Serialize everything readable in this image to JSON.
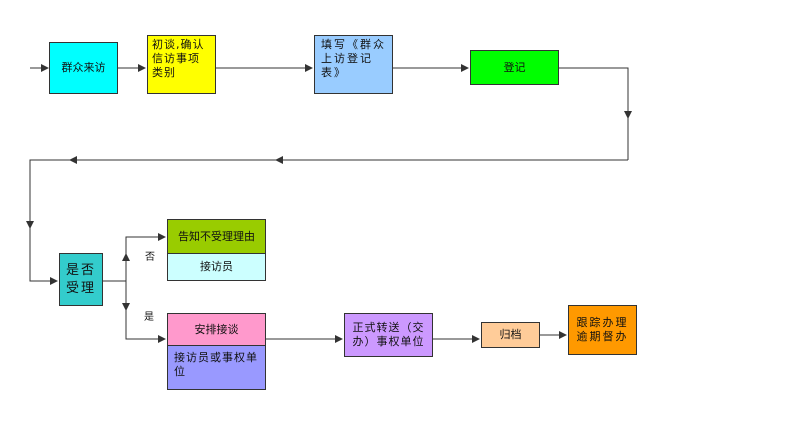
{
  "nodes": {
    "visit": {
      "text": "群众来访",
      "color": "#00FFFF"
    },
    "initial_talk": {
      "text": "初谈,确认信访事项类别",
      "color": "#FFFF00"
    },
    "fill_form": {
      "text": "填写《群众上访登记表》",
      "color": "#99CCFF"
    },
    "register": {
      "text": "登记",
      "color": "#00FF00"
    },
    "accept_decision": {
      "text": "是否受理",
      "color": "#33CCCC"
    },
    "notify_reason": {
      "text": "告知不受理理由",
      "color": "#99CC00"
    },
    "receptionist_a": {
      "text": "接访员",
      "color": "#CCFFFF"
    },
    "arrange_talk": {
      "text": "安排接谈",
      "color": "#FF99CC"
    },
    "receptionist_or_unit": {
      "text": "接访员或事权单位",
      "color": "#9999FF"
    },
    "transfer": {
      "text": "正式转送（交办）事权单位",
      "color": "#CC99FF"
    },
    "archive": {
      "text": "归档",
      "color": "#FFCC99"
    },
    "follow_up": {
      "text": "跟踪办理逾期督办",
      "color": "#FF9900"
    }
  },
  "edge_labels": {
    "no": "否",
    "yes": "是"
  },
  "line_color": "#333333"
}
